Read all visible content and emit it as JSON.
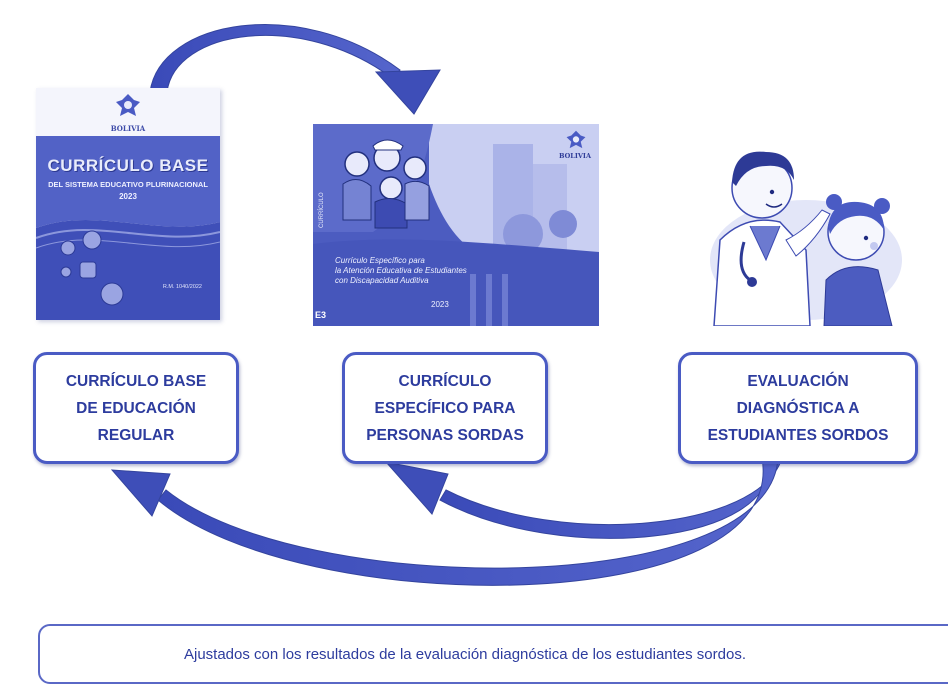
{
  "colors": {
    "primary": "#4a5bc4",
    "text": "#2d3c9e",
    "light": "#c9cff2"
  },
  "cover_regular": {
    "country": "BOLIVIA",
    "title": "CURRÍCULO BASE",
    "subtitle": "DEL SISTEMA EDUCATIVO PLURINACIONAL",
    "year": "2023",
    "resolution": "R.M. 1040/2022"
  },
  "cover_specific": {
    "country": "BOLIVIA",
    "title_line1": "Currículo Específico para",
    "title_line2": "la Atención Educativa de Estudiantes",
    "title_line3": "con Discapacidad Auditiva",
    "year": "2023",
    "code": "E3"
  },
  "illustration": {
    "icon": "doctor-examining-child-ear"
  },
  "boxes": [
    {
      "label": "CURRÍCULO BASE\nDE EDUCACIÓN\nREGULAR"
    },
    {
      "label": "CURRÍCULO\nESPECÍFICO PARA\nPERSONAS SORDAS"
    },
    {
      "label": "EVALUACIÓN\nDIAGNÓSTICA A\nESTUDIANTES SORDOS"
    }
  ],
  "note": "Ajustados con los resultados de la evaluación diagnóstica de los estudiantes sordos."
}
